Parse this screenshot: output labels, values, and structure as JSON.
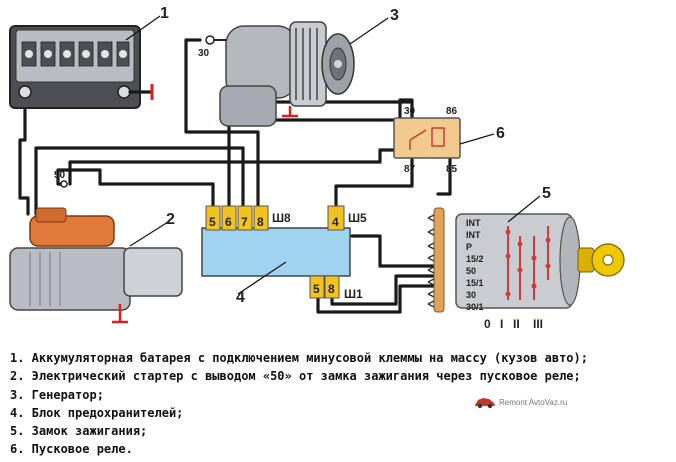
{
  "callouts": [
    "1",
    "2",
    "3",
    "4",
    "5",
    "6"
  ],
  "terminals": {
    "generator_30": "30",
    "starter_50": "50"
  },
  "relay": {
    "pin_30": "30",
    "pin_86": "86",
    "pin_87": "87",
    "pin_85": "85"
  },
  "fuse_block": {
    "plug_w8_pins": [
      "5",
      "6",
      "7",
      "8"
    ],
    "plug_w8_name": "Ш8",
    "plug_w5_pin": "4",
    "plug_w5_name": "Ш5",
    "plug_w1_pins": [
      "5",
      "8"
    ],
    "plug_w1_name": "Ш1"
  },
  "ignition": {
    "terminals": [
      "INT",
      "INT",
      "P",
      "15/2",
      "50",
      "15/1",
      "30",
      "30/1"
    ],
    "positions": [
      "0",
      "I",
      "II",
      "III"
    ]
  },
  "legend": [
    "1. Аккумуляторная батарея с подключением минусовой клеммы на массу (кузов авто);",
    "2. Электрический стартер с выводом «50» от замка зажигания через пусковое реле;",
    "3. Генератор;",
    "4. Блок предохранителей;",
    "5. Замок зажигания;",
    "6. Пусковое реле."
  ],
  "watermark": "Remont AvtoVaz.ru",
  "colors": {
    "relay_fill": "#f2c98f",
    "fuse_block_fill": "#9fd3ef",
    "plug_fill": "#f2c21f",
    "starter_solenoid": "#e0793a",
    "key": "#f0c800",
    "ground": "#d92020"
  }
}
